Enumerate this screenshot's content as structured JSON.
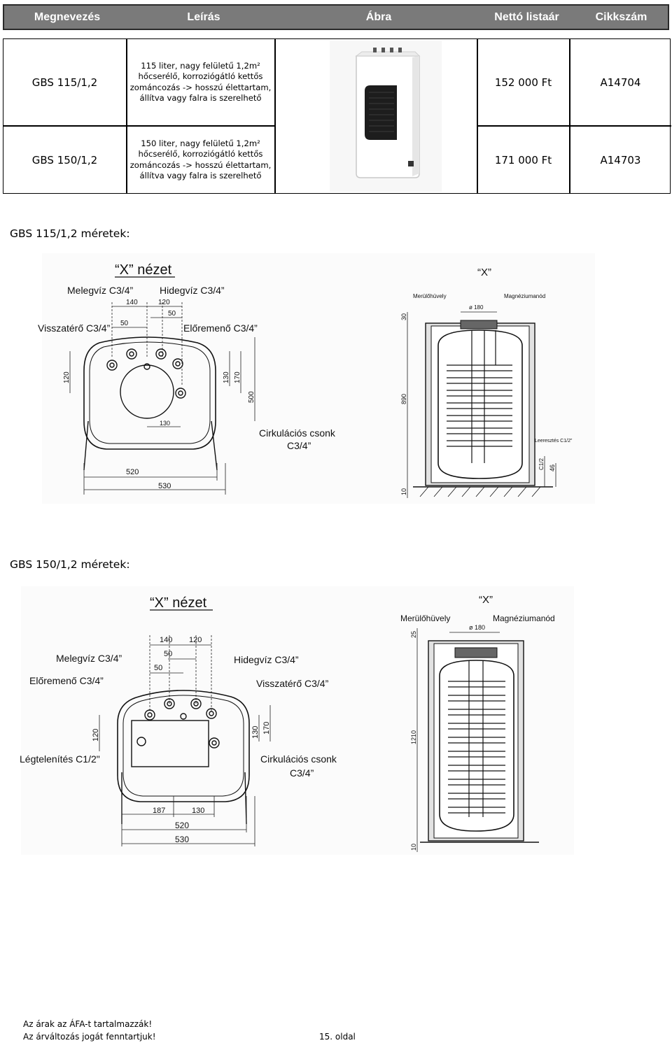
{
  "header": {
    "columns": [
      "Megnevezés",
      "Leírás",
      "Ábra",
      "Nettó listaár",
      "Cikkszám"
    ]
  },
  "products": [
    {
      "name": "GBS 115/1,2",
      "desc_lines": [
        "115 liter, nagy felületű 1,2m²",
        "hőcserélő, korroziógátló kettős",
        "zománcozás -> hosszú élettartam,",
        "állítva vagy falra is szerelhető"
      ],
      "price": "152 000 Ft",
      "code": "A14704"
    },
    {
      "name": "GBS 150/1,2",
      "desc_lines": [
        "150 liter, nagy felületű 1,2m²",
        "hőcserélő, korroziógátló kettős",
        "zománcozás -> hosszú élettartam,",
        "állítva vagy falra is szerelhető"
      ],
      "price": "171 000 Ft",
      "code": "A14703"
    }
  ],
  "sections": {
    "gbs115_title": "GBS 115/1,2 méretek:",
    "gbs150_title": "GBS 150/1,2 méretek:"
  },
  "drawing115": {
    "view_title": "“X” nézet",
    "x_marker": "“X”",
    "melegviz": "Melegvíz C3/4”",
    "hidegviz": "Hidegvíz C3/4”",
    "visszatero": "Visszatérő C3/4”",
    "eloremeno": "Előremenő C3/4”",
    "cirk_1": "Cirkulációs csonk",
    "cirk_2": "C3/4”",
    "merulohuvely": "Merülőhüvely",
    "magnezium": "Magnéziumanód",
    "leeresztes": "Leeresztés C1/2”",
    "dims": {
      "d140": "140",
      "d120a": "120",
      "d50a": "50",
      "d50b": "50",
      "d120b": "120",
      "d130v": "130",
      "d170": "170",
      "d500": "500",
      "d130h": "130",
      "d520": "520",
      "d530": "530",
      "d30": "30",
      "d180": "ø 180",
      "d890": "890",
      "d46": "46",
      "d10": "10",
      "dc12": "C1/2"
    }
  },
  "drawing150": {
    "view_title": "“X” nézet",
    "x_marker": "“X”",
    "melegviz": "Melegvíz C3/4”",
    "hidegviz": "Hidegvíz C3/4”",
    "eloremeno": "Előremenő C3/4”",
    "visszatero": "Visszatérő C3/4”",
    "legtelenites": "Légtelenítés C1/2\"",
    "cirk_1": "Cirkulációs csonk",
    "cirk_2": "C3/4”",
    "merulohuvely": "Merülőhüvely",
    "magnezium": "Magnéziumanód",
    "dims": {
      "d140": "140",
      "d120a": "120",
      "d50a": "50",
      "d50b": "50",
      "d120b": "120",
      "d130v": "130",
      "d170": "170",
      "d187": "187",
      "d130h": "130",
      "d520": "520",
      "d530": "530",
      "d25": "25",
      "d180": "ø 180",
      "d1210": "1210",
      "d10": "10"
    }
  },
  "footer": {
    "line1": "Az árak az ÁFA-t tartalmazzák!",
    "line2": "Az árváltozás jogát fenntartjuk!",
    "page": "15. oldal"
  }
}
